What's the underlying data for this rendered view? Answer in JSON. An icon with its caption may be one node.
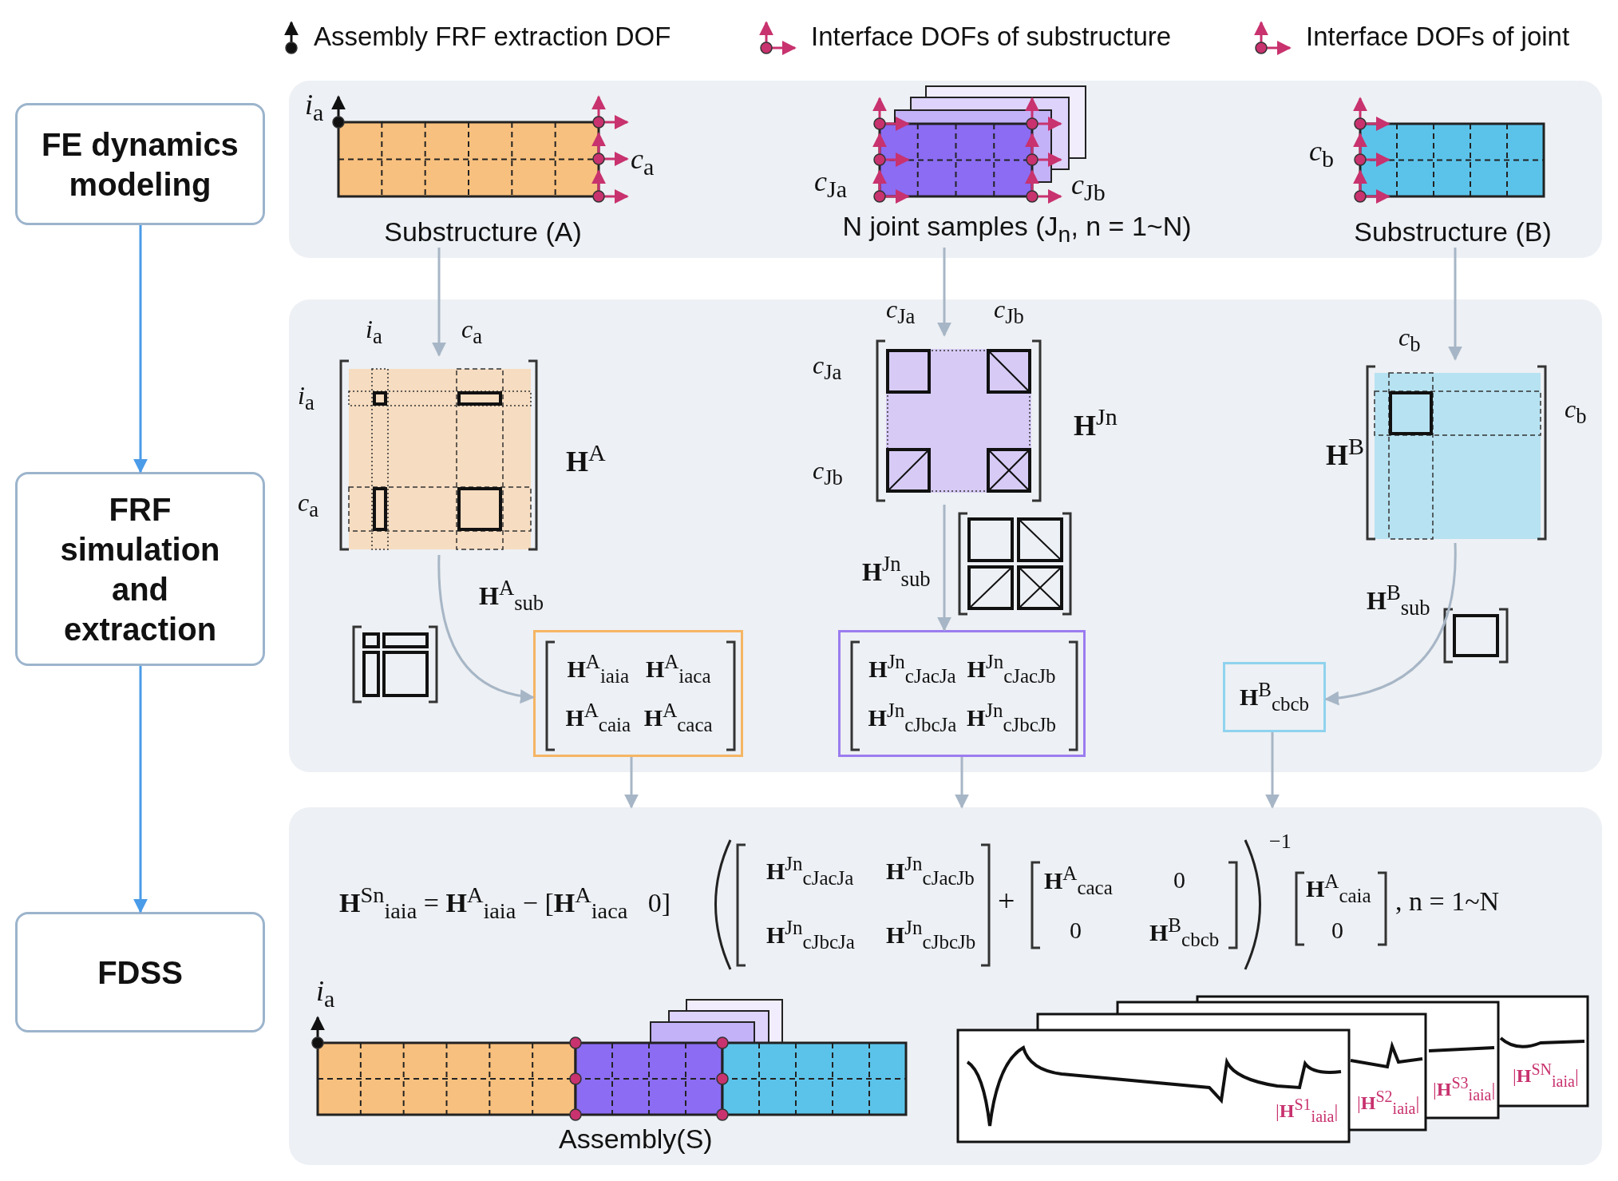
{
  "diagram": {
    "nodes": [
      {
        "text": [
          "FE dynamics modeling"
        ]
      },
      {
        "text": [
          "FRF simulation and extraction"
        ]
      },
      {
        "text": [
          "FDSS"
        ]
      },
      {
        "text": [],
        "shape": "box"
      },
      {
        "text": [
          "Substructure (A)"
        ],
        "in": 3
      },
      {
        "text": [
          "N joint samples (J$_{n}$, n = 1~N)"
        ],
        "in": 3
      },
      {
        "text": [
          "Substructure (B)"
        ],
        "in": 3
      },
      {
        "text": [],
        "shape": "box"
      },
      {
        "text": [
          "**H**$^{A}$"
        ],
        "in": 7
      },
      {
        "text": [
          "**H**$^{Jn}$"
        ],
        "in": 7
      },
      {
        "text": [
          "**H**$^{B}$"
        ],
        "in": 7
      },
      {
        "text": [
          "**H**$^{A}$$_{iaia}$",
          "**H**$^{A}$$_{iaca}$",
          "**H**$^{A}$$_{caia}$",
          "**H**$^{A}$$_{caca}$"
        ],
        "in": 7
      },
      {
        "text": [
          "**H**$^{Jn}$$_{cJacJa}$",
          "**H**$^{Jn}$$_{cJacJb}$",
          "**H**$^{Jn}$$_{cJbcJa}$",
          "**H**$^{Jn}$$_{cJbcJb}$"
        ],
        "in": 7
      },
      {
        "text": [
          "**H**$^{B}$$_{cbcb}$"
        ],
        "in": 7
      },
      {
        "text": [],
        "shape": "box"
      }
    ],
    "edges": [
      {
        "from": 0,
        "to": 1,
        "arrow": "to",
        "color": "#4a9be8"
      },
      {
        "from": 1,
        "to": 2,
        "arrow": "to",
        "color": "#4a9be8"
      },
      {
        "from": 4,
        "to": 8,
        "arrow": "to"
      },
      {
        "from": 5,
        "to": 9,
        "arrow": "to"
      },
      {
        "from": 6,
        "to": 10,
        "arrow": "to"
      },
      {
        "from": 8,
        "to": 11,
        "arrow": "to",
        "label": "**H**$^{A}$$_{sub}$"
      },
      {
        "from": 9,
        "to": 12,
        "arrow": "to",
        "label": "**H**$^{Jn}$$_{sub}$"
      },
      {
        "from": 10,
        "to": 13,
        "arrow": "to",
        "label": "**H**$^{B}$$_{sub}$"
      },
      {
        "from": 11,
        "to": 14,
        "arrow": "to"
      },
      {
        "from": 12,
        "to": 14,
        "arrow": "to"
      },
      {
        "from": 13,
        "to": 14,
        "arrow": "to"
      }
    ],
    "labels": [
      "*i*$_{a}$",
      "*c*$_{a}$",
      "*c*$_{Ja}$",
      "*c*$_{Jb}$",
      "*c*$_{b}$",
      "*i*$_{a}$",
      "*c*$_{a}$",
      "*i*$_{a}$",
      "*c*$_{a}$",
      "*c*$_{Ja}$",
      "*c*$_{Jb}$",
      "*c*$_{Ja}$",
      "*c*$_{Jb}$",
      "*c*$_{b}$",
      "*c*$_{b}$",
      "**H**$^{Sn}$$_{iaia}$ = **H**$^{A}$$_{iaia}$ − [**H**$^{A}$$_{iaca}$   0]",
      "**H**$^{Jn}$$_{cJacJa}$",
      "**H**$^{Jn}$$_{cJacJb}$",
      "**H**$^{Jn}$$_{cJbcJa}$",
      "**H**$^{Jn}$$_{cJbcJb}$",
      "+",
      "**H**$^{A}$$_{caca}$",
      "0",
      "0",
      "**H**$^{B}$$_{cbcb}$",
      "−1",
      "**H**$^{A}$$_{caia}$",
      "0",
      ", n = 1~N",
      "*i*$_{a}$",
      "Assembly(S)",
      "|**H**$^{S1}$$_{iaia}$|",
      "|**H**$^{S2}$$_{iaia}$|",
      "|**H**$^{S3}$$_{iaia}$|",
      "|**H**$^{SN}$$_{iaia}$|"
    ],
    "legend": [
      {
        "text": "Assembly FRF extraction DOF"
      },
      {
        "text": "Interface DOFs of substructure"
      },
      {
        "text": "Interface DOFs of joint"
      }
    ]
  }
}
